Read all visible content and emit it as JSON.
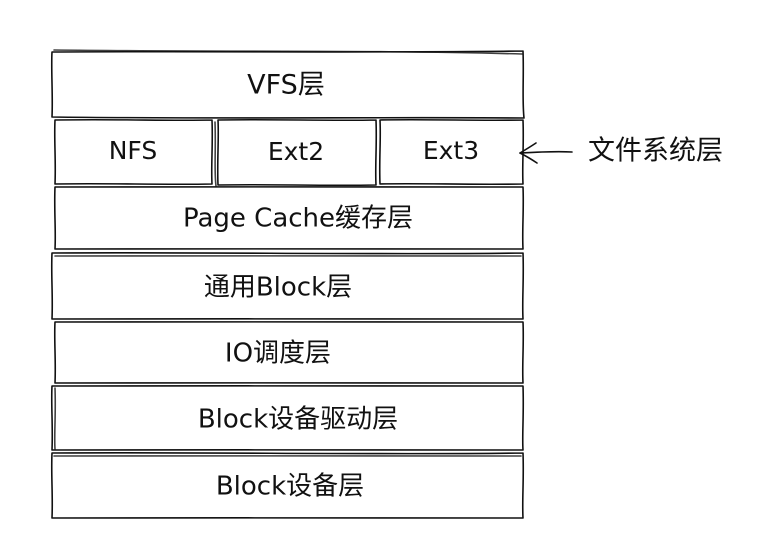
{
  "diagram": {
    "layers": {
      "vfs": "VFS层",
      "fs_nfs": "NFS",
      "fs_ext2": "Ext2",
      "fs_ext3": "Ext3",
      "page_cache": "Page Cache缓存层",
      "generic_block": "通用Block层",
      "io_scheduler": "IO调度层",
      "block_driver": "Block设备驱动层",
      "block_device": "Block设备层"
    },
    "annotation": {
      "label": "文件系统层"
    }
  }
}
